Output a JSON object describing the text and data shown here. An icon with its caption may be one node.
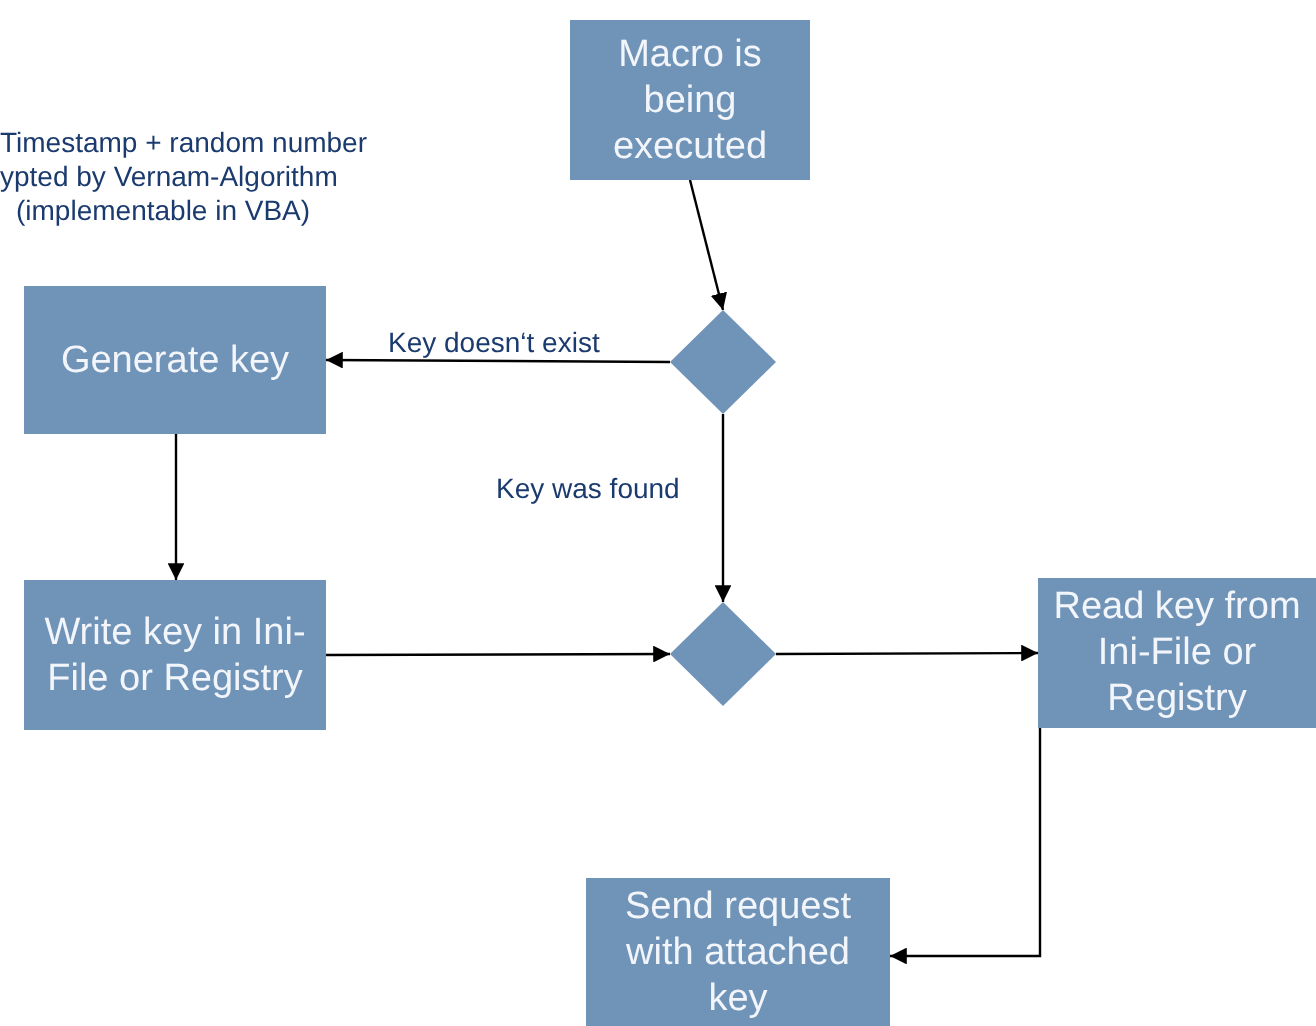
{
  "diagram": {
    "nodes": [
      {
        "text": [
          "Macro is being executed"
        ]
      },
      {
        "text": [],
        "shape": "diamond"
      },
      {
        "text": [
          "Generate key"
        ]
      },
      {
        "text": [
          "Write key in Ini-File or Registry"
        ]
      },
      {
        "text": [],
        "shape": "diamond"
      },
      {
        "text": [
          "Read key from Ini-File or Registry"
        ]
      },
      {
        "text": [
          "Send request with attached key"
        ]
      }
    ],
    "edges": [
      {
        "from": 0,
        "to": 1,
        "arrow": "to"
      },
      {
        "from": 1,
        "to": 2,
        "arrow": "to",
        "label": "Key doesn‘t exist"
      },
      {
        "from": 1,
        "to": 4,
        "arrow": "to",
        "label": "Key was found"
      },
      {
        "from": 2,
        "to": 3,
        "arrow": "to"
      },
      {
        "from": 3,
        "to": 4,
        "arrow": "to"
      },
      {
        "from": 4,
        "to": 5,
        "arrow": "to"
      },
      {
        "from": 5,
        "to": 6,
        "arrow": "to"
      }
    ],
    "labels": [
      "Timestamp + random number",
      "ypted by Vernam-Algorithm",
      "(implementable in VBA)"
    ]
  }
}
